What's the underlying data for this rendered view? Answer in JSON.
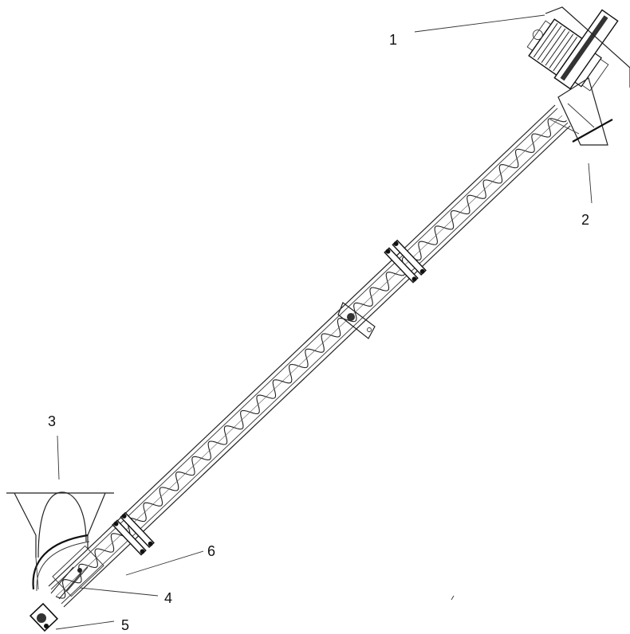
{
  "labels": {
    "one": "1",
    "two": "2",
    "three": "3",
    "four": "4",
    "five": "5",
    "six": "6"
  },
  "colors": {
    "line": "#222222",
    "background": "#ffffff"
  }
}
